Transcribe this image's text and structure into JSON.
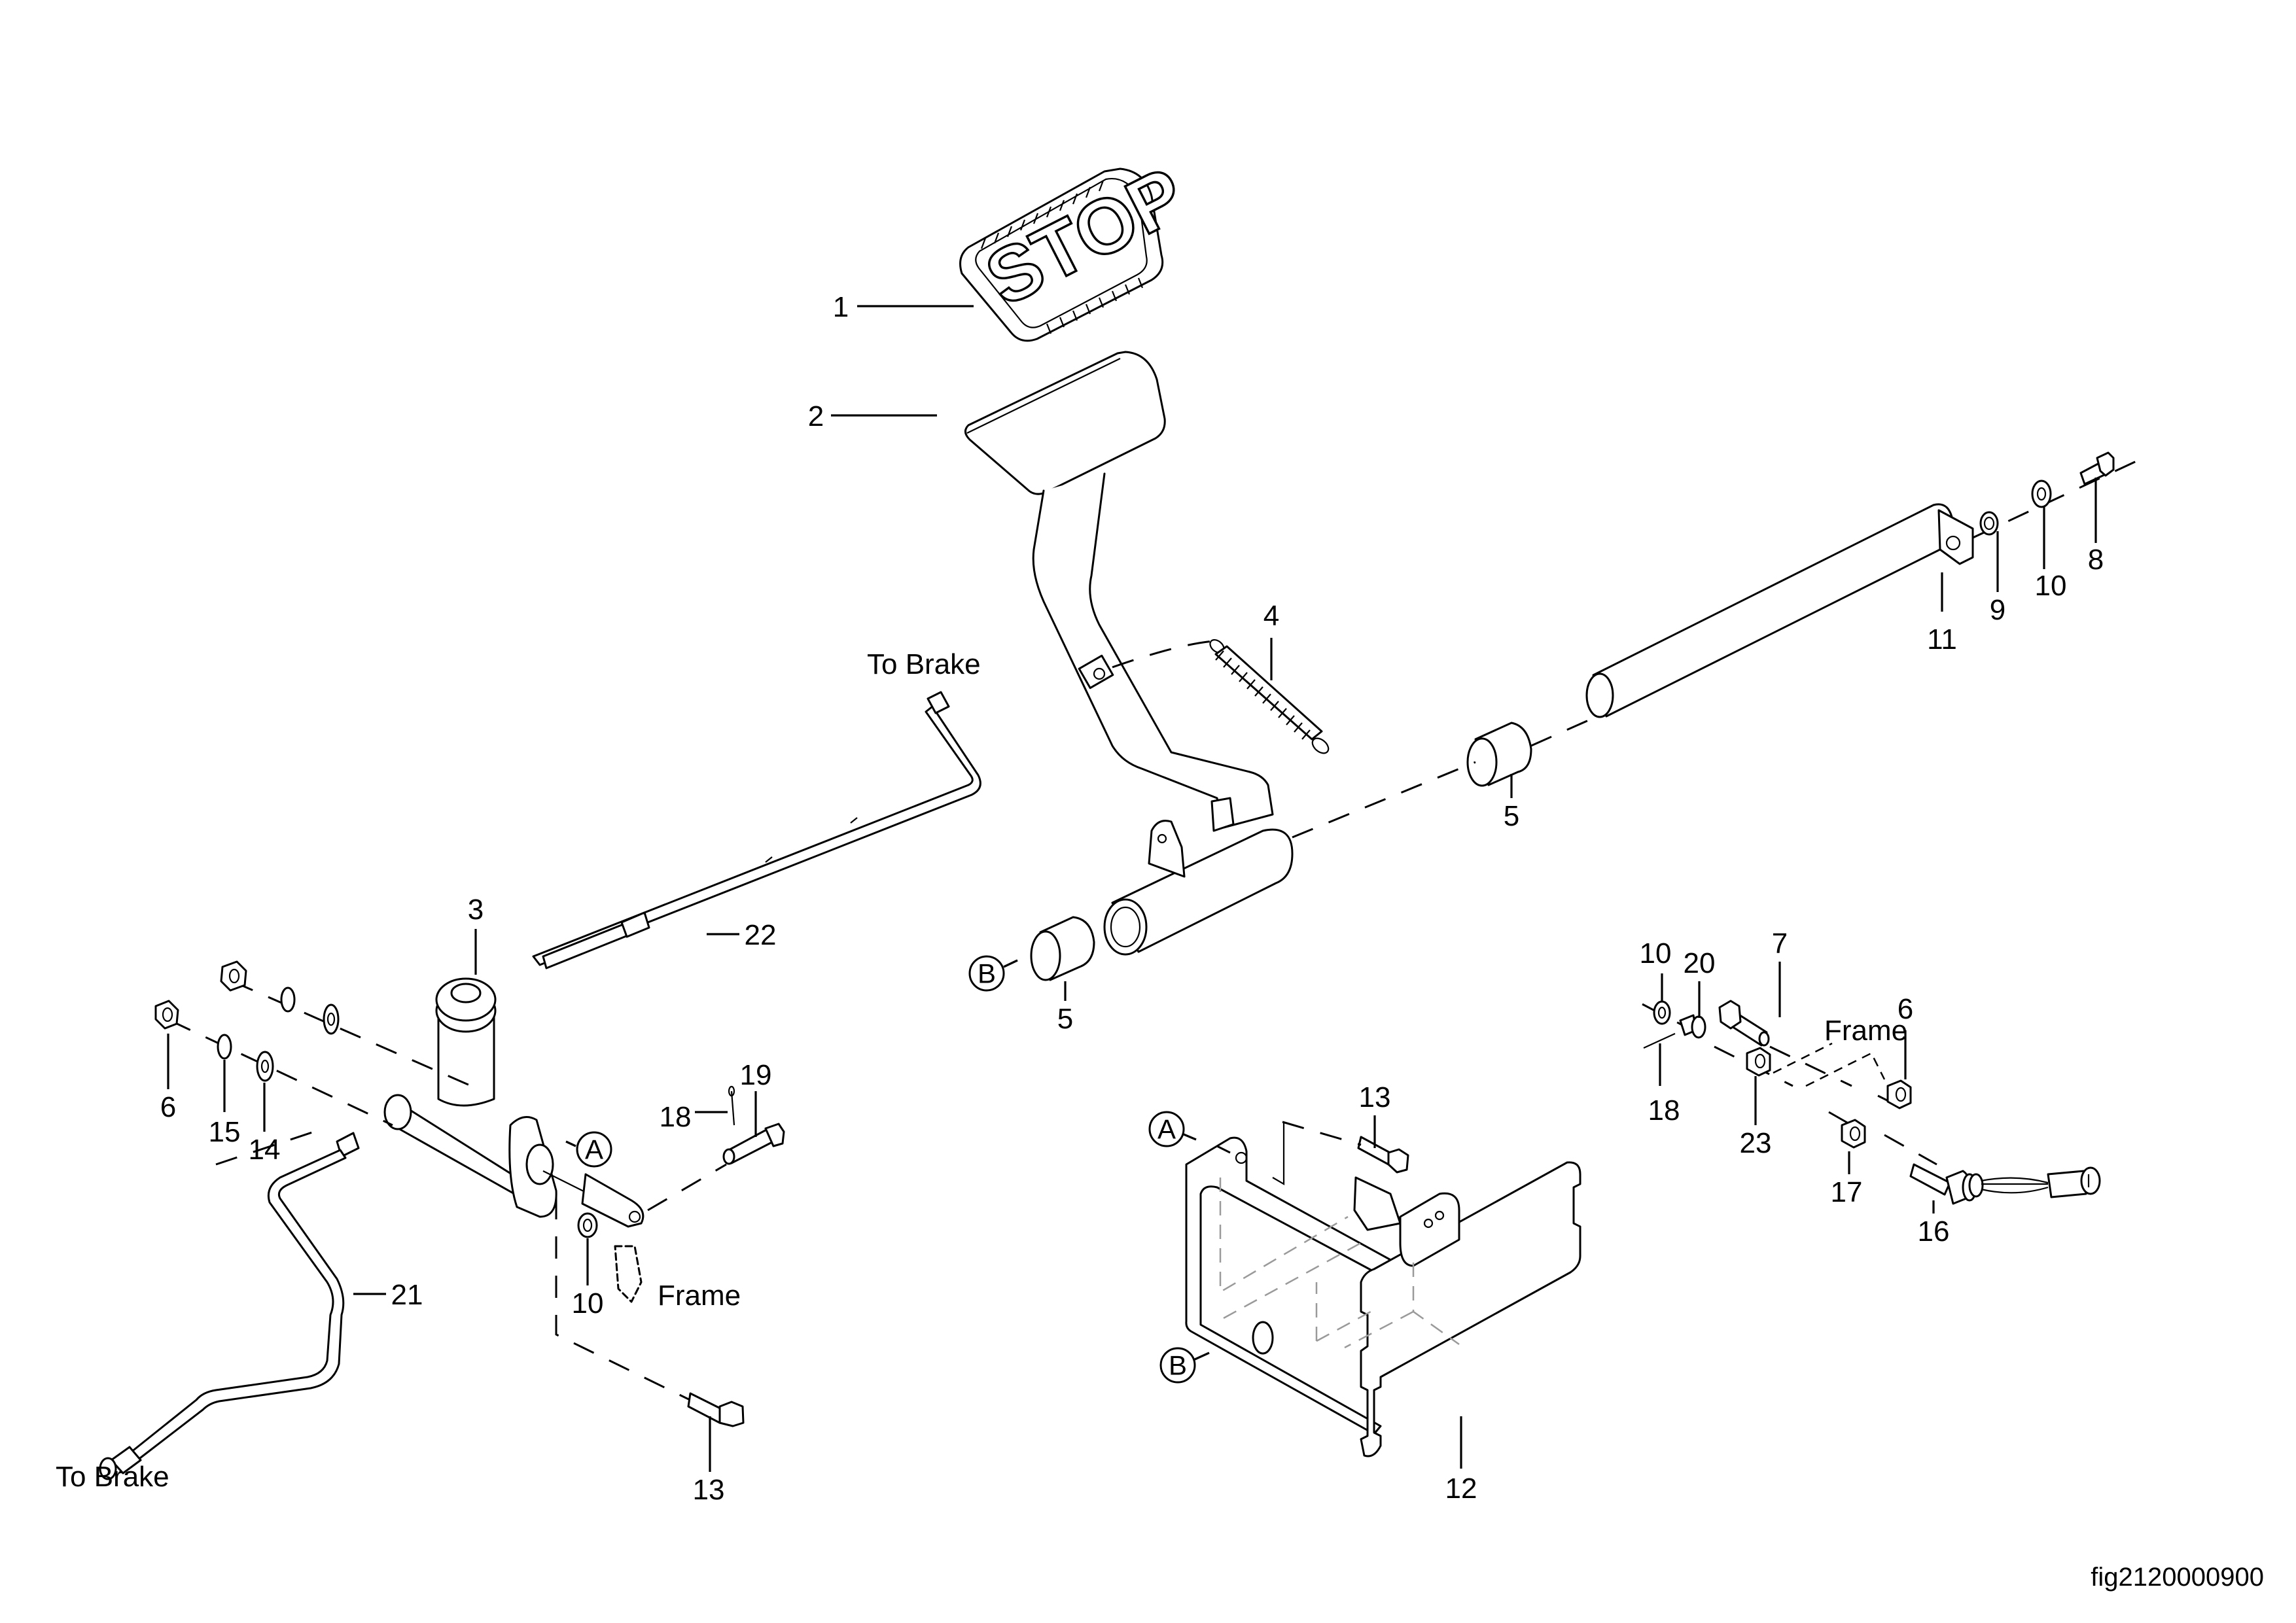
{
  "figure": {
    "id": "fig2120000900",
    "title": "Brake Pedal / Master Cylinder Exploded Parts View"
  },
  "pad": {
    "embossed_text": "STOP"
  },
  "callouts": {
    "c1": "1",
    "c2": "2",
    "c3": "3",
    "c4": "4",
    "c5a": "5",
    "c5b": "5",
    "c6a": "6",
    "c6b": "6",
    "c7": "7",
    "c8": "8",
    "c9": "9",
    "c10a": "10",
    "c10b": "10",
    "c10c": "10",
    "c11": "11",
    "c12": "12",
    "c13a": "13",
    "c13b": "13",
    "c14": "14",
    "c15": "15",
    "c16": "16",
    "c17": "17",
    "c18a": "18",
    "c18b": "18",
    "c19": "19",
    "c20": "20",
    "c21": "21",
    "c22": "22",
    "c23": "23"
  },
  "notes": {
    "to_brake_top": "To Brake",
    "to_brake_bottom": "To Brake",
    "frame_left": "Frame",
    "frame_right": "Frame"
  },
  "references": {
    "a1": "A",
    "a2": "A",
    "b1": "B",
    "b2": "B"
  }
}
